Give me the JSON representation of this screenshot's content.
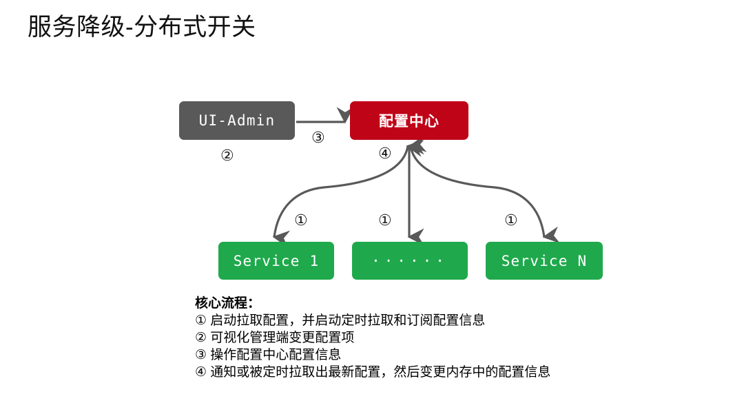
{
  "slide": {
    "title": "服务降级-分布式开关",
    "background_color": "#FFFFFF"
  },
  "palette": {
    "admin_gray": "#595959",
    "config_red": "#C00418",
    "service_green": "#1FA94C",
    "arrow_gray": "#595959",
    "text_black": "#000000"
  },
  "diagram": {
    "nodes": [
      {
        "id": "ui-admin",
        "label": "UI-Admin",
        "color": "#595959",
        "kind": "admin"
      },
      {
        "id": "config-center",
        "label": "配置中心",
        "color": "#C00418",
        "kind": "center"
      },
      {
        "id": "service-1",
        "label": "Service 1",
        "color": "#1FA94C",
        "kind": "service"
      },
      {
        "id": "service-mid",
        "label": "······",
        "color": "#1FA94C",
        "kind": "service"
      },
      {
        "id": "service-n",
        "label": "Service N",
        "color": "#1FA94C",
        "kind": "service"
      }
    ],
    "markers": [
      {
        "id": "marker-2",
        "label": "②",
        "near": "ui-admin"
      },
      {
        "id": "marker-3",
        "label": "③",
        "near": "ui-admin-to-config"
      },
      {
        "id": "marker-4",
        "label": "④",
        "near": "config-center"
      },
      {
        "id": "marker-1-a",
        "label": "①",
        "near": "service-1"
      },
      {
        "id": "marker-1-b",
        "label": "①",
        "near": "service-mid"
      },
      {
        "id": "marker-1-c",
        "label": "①",
        "near": "service-n"
      }
    ],
    "edges": [
      {
        "id": "edge-admin-to-config",
        "from": "ui-admin",
        "to": "config-center",
        "style": "straight",
        "heads": "single"
      },
      {
        "id": "edge-config-service-1",
        "from": "config-center",
        "to": "service-1",
        "style": "curve",
        "heads": "double"
      },
      {
        "id": "edge-config-service-mid",
        "from": "config-center",
        "to": "service-mid",
        "style": "straight",
        "heads": "double"
      },
      {
        "id": "edge-config-service-n",
        "from": "config-center",
        "to": "service-n",
        "style": "curve",
        "heads": "double"
      }
    ]
  },
  "notes": {
    "heading": "核心流程：",
    "lines": [
      "① 启动拉取配置，并启动定时拉取和订阅配置信息",
      "② 可视化管理端变更配置项",
      "③ 操作配置中心配置信息",
      "④ 通知或被定时拉取出最新配置，然后变更内存中的配置信息"
    ]
  }
}
